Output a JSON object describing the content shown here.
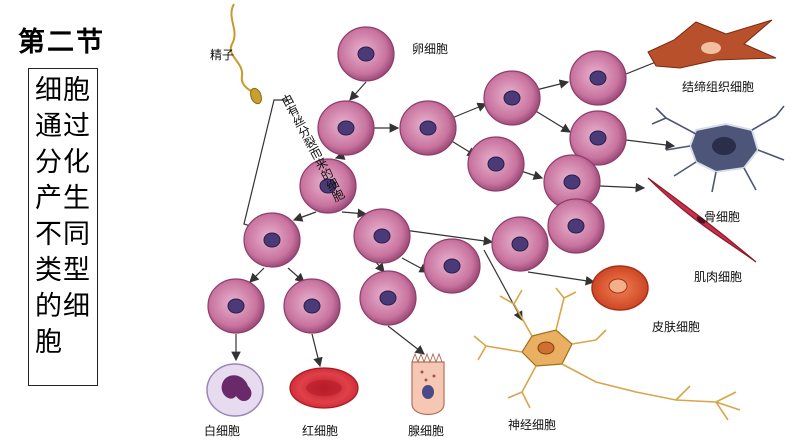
{
  "section_title": "第二节",
  "side_box": {
    "lines": [
      "细胞",
      "通过",
      "分化",
      "产生",
      "不同",
      "类型",
      "的细",
      "胞"
    ]
  },
  "labels": {
    "sperm": "精子",
    "egg": "卵细胞",
    "division_note": "由有丝分裂而来的细胞",
    "connective": "结缔组织细胞",
    "bone": "骨细胞",
    "muscle": "肌肉细胞",
    "skin": "皮肤细胞",
    "white": "白细胞",
    "red": "红细胞",
    "gland": "腺细胞",
    "nerve": "神经细胞"
  },
  "colors": {
    "cell_fill": "#c8739e",
    "cell_edge": "#8e3d6c",
    "nucleus": "#4a3a78",
    "arrow": "#333333",
    "red_cell": "#d8303a",
    "skin_cell": "#d94a2a",
    "connective": "#b8502c",
    "bone": "#4d5578",
    "muscle": "#c8304a",
    "nerve": "#d9a54a"
  }
}
